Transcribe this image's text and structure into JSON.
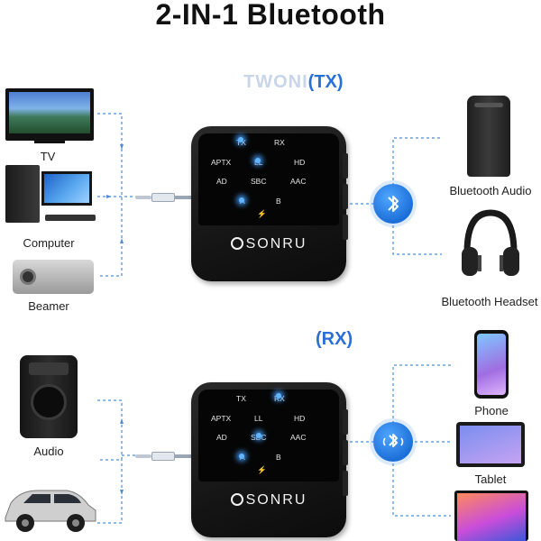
{
  "title": "2-IN-1 Bluetooth",
  "tx_section": {
    "mode_faded": "TWONI",
    "mode_label": "(TX)",
    "inputs": [
      "TV",
      "Computer",
      "Beamer"
    ],
    "outputs": [
      "Bluetooth Audio",
      "Bluetooth Headset"
    ]
  },
  "rx_section": {
    "mode_label": "(RX)",
    "inputs": [
      "Audio"
    ],
    "outputs": [
      "Phone",
      "Tablet"
    ]
  },
  "device": {
    "brand": "SONRU",
    "codecs": {
      "tx": "TX",
      "rx": "RX",
      "aptx": "APTX",
      "ll": "LL",
      "hd": "HD",
      "ad": "AD",
      "sbc": "SBC",
      "aac": "AAC",
      "a": "A",
      "b": "B"
    }
  },
  "colors": {
    "accent_blue": "#2a6fd8",
    "led_blue": "#5fb6ff",
    "device_black": "#151515"
  },
  "icons": [
    "bluetooth-icon",
    "charge-icon",
    "audio-jack-icon"
  ]
}
